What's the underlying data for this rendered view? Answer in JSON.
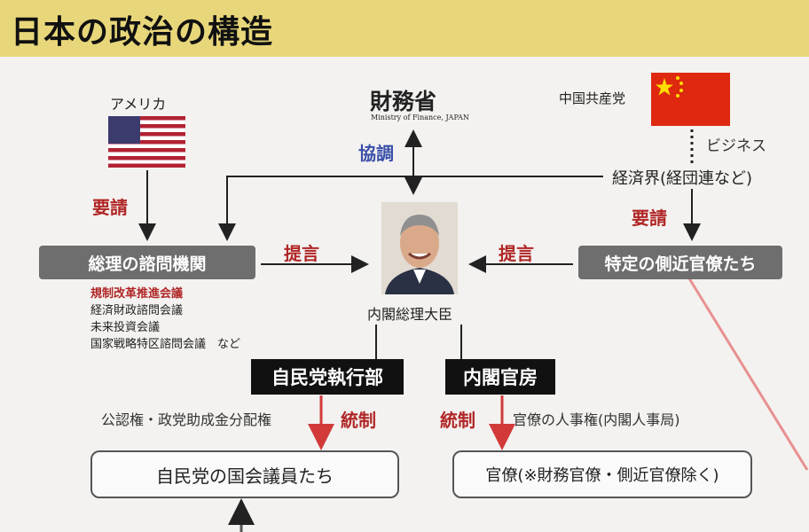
{
  "title": "日本の政治の構造",
  "nodes": {
    "america": "アメリカ",
    "mof": "財務省",
    "mof_en": "Ministry of Finance, JAPAN",
    "china": "中国共産党",
    "business": "ビジネス",
    "keizaikai": "経済界(経団連など)",
    "advisory": "総理の諮問機関",
    "aides": "特定の側近官僚たち",
    "pm": "内閣総理大臣",
    "ldp_exec": "自民党執行部",
    "cabinet_sec": "内閣官房",
    "ldp_members": "自民党の国会議員たち",
    "bureaucrats": "官僚(※財務官僚・側近官僚除く)"
  },
  "labels": {
    "youkei_left": "要請",
    "youkei_right": "要請",
    "kyouchou": "協調",
    "teigen_left": "提言",
    "teigen_right": "提言",
    "tousei_left": "統制",
    "tousei_right": "統制",
    "ldp_power": "公認権・政党助成金分配権",
    "bur_power": "官僚の人事権(内閣人事局)"
  },
  "advisory_list": {
    "highlight": "規制改革推進会議",
    "items": [
      "経済財政諮問会議",
      "未来投資会議",
      "国家戦略特区諮問会議　など"
    ]
  },
  "colors": {
    "title_bar": "#e8d77a",
    "gray_box": "#6e6e6e",
    "red_text": "#b02626",
    "blue_text": "#3a4fa8",
    "red_arrow": "#d23a3a"
  }
}
